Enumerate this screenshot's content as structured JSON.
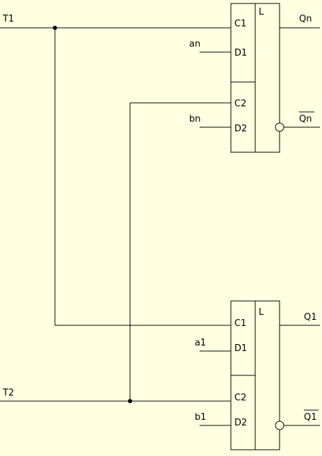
{
  "inputs": {
    "t1": "T1",
    "t2": "T2",
    "an": "an",
    "bn": "bn",
    "a1": "a1",
    "b1": "b1"
  },
  "flipflop_top": {
    "mode": "L",
    "c1": "C1",
    "d1": "D1",
    "c2": "C2",
    "d2": "D2",
    "q": "Qn",
    "q_bar": "Qn"
  },
  "flipflop_bottom": {
    "mode": "L",
    "c1": "C1",
    "d1": "D1",
    "c2": "C2",
    "d2": "D2",
    "q": "Q1",
    "q_bar": "Q1"
  },
  "colors": {
    "background": "#ffffe1",
    "line": "#000000"
  }
}
